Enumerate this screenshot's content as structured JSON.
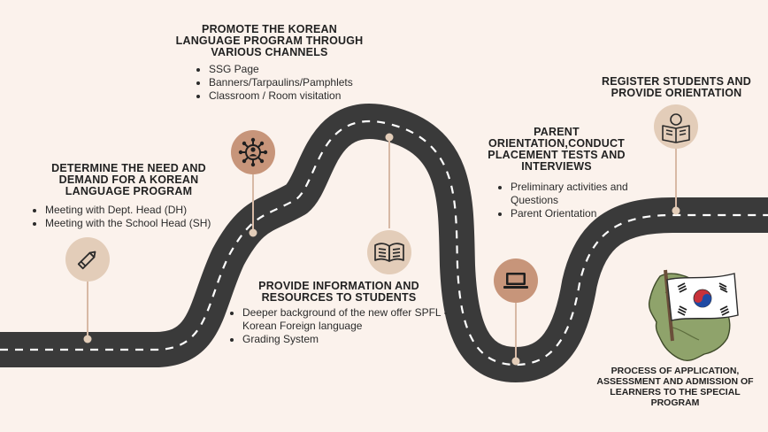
{
  "steps": [
    {
      "title": "DETERMINE THE NEED AND DEMAND FOR A KOREAN LANGUAGE PROGRAM",
      "items": [
        "Meeting with Dept. Head (DH)",
        "Meeting with the School Head (SH)"
      ],
      "icon": "pencil-icon"
    },
    {
      "title": "PROMOTE THE KOREAN LANGUAGE PROGRAM THROUGH VARIOUS CHANNELS",
      "items": [
        "SSG Page",
        "Banners/Tarpaulins/Pamphlets",
        "Classroom / Room visitation"
      ],
      "icon": "network-icon"
    },
    {
      "title": "PROVIDE INFORMATION AND RESOURCES TO STUDENTS",
      "items": [
        "Deeper background of the new offer SPFL - Korean Foreign language",
        "Grading System"
      ],
      "icon": "open-book-icon"
    },
    {
      "title": "PARENT ORIENTATION,CONDUCT PLACEMENT TESTS AND INTERVIEWS",
      "items": [
        "Preliminary activities and Questions",
        "Parent Orientation"
      ],
      "icon": "laptop-icon"
    },
    {
      "title": "REGISTER STUDENTS AND PROVIDE ORIENTATION",
      "items": [],
      "icon": "reader-icon"
    }
  ],
  "caption": "PROCESS OF APPLICATION, ASSESSMENT AND ADMISSION OF LEARNERS TO THE SPECIAL PROGRAM",
  "colors": {
    "background": "#fbf2ec",
    "road": "#3a3a3a",
    "road_dash": "#ffffff",
    "badge_light": "#e3cdb9",
    "badge_dark": "#c7957a",
    "stem": "#d7b9a5"
  }
}
